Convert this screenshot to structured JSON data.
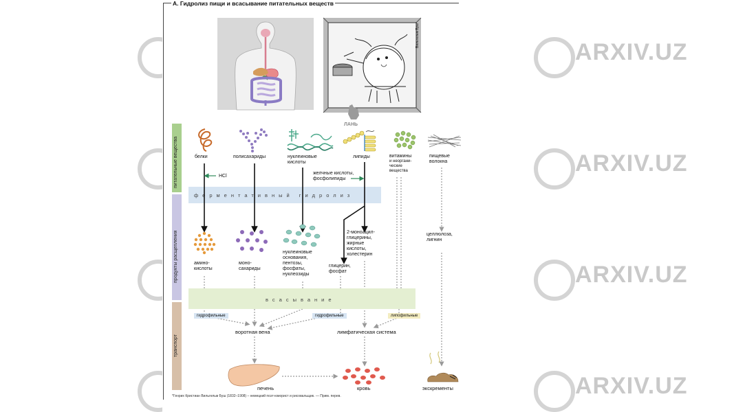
{
  "header": {
    "title": "А. Гидролиз пищи и всасывание питательных веществ"
  },
  "watermark": {
    "text": "ARXIV.UZ"
  },
  "side_labels": {
    "nutrients": "питательные вещества",
    "digestion_products": "продукты расщепления",
    "transport": "транспорт"
  },
  "nutrients": {
    "proteins": "белки",
    "polysaccharides": "полисахариды",
    "nucleic_acids": "нуклеиновые кислоты",
    "lipids": "липиды",
    "vitamins_line1": "витамины",
    "vitamins_line2": "и неоргани-",
    "vitamins_line3": "ческие",
    "vitamins_line4": "вещества",
    "fibers_line1": "пищевые",
    "fibers_line2": "волокна"
  },
  "reagents": {
    "hcl": "HCl",
    "bile_line1": "желчные кислоты,",
    "bile_line2": "фосфолипиды",
    "logo": "ЛАНЬ"
  },
  "bands": {
    "hydrolysis": "ферментативный гидролиз",
    "absorption": "всасывание"
  },
  "products": {
    "amino_line1": "амино-",
    "amino_line2": "кислоты",
    "mono_line1": "моно-",
    "mono_line2": "сахариды",
    "nucleo_line1": "нуклеиновые",
    "nucleo_line2": "основания,",
    "nucleo_line3": "пентозы,",
    "nucleo_line4": "фосфаты,",
    "nucleo_line5": "нуклеозиды",
    "lipid_line1": "2-моноацил-",
    "lipid_line2": "глицерины,",
    "lipid_line3": "жирные",
    "lipid_line4": "кислоты,",
    "lipid_line5": "холестерин",
    "glycerol_line1": "глицерин,",
    "glycerol_line2": "фосфат",
    "cellulose_line1": "целлюлоза,",
    "cellulose_line2": "лигнин"
  },
  "transport": {
    "hydrophilic_1": "гидрофильные",
    "hydrophilic_2": "гидрофильные",
    "lipophilic": "липофильные",
    "portal_vein": "воротная вена",
    "lymphatic": "лимфатическая система"
  },
  "outcomes": {
    "liver": "печень",
    "blood": "кровь",
    "feces": "экскременты"
  },
  "picture_caption": "Вильгельм Буш*",
  "footnote": "*Генрих Кристиан Вильгельм Буш (1832–1908) – немецкий поэт-юморист и рисовальщик. — Прим. перев.",
  "colors": {
    "nutrient_band": "#a9cf8e",
    "digestion_band": "#c9c6e3",
    "transport_band": "#d7bfa8",
    "hydrolysis_band": "#d6e4f2",
    "absorption_band": "#e4efd2",
    "hydrophilic_tag": "#d6e4f2",
    "lipophilic_tag": "#f3ecc0",
    "protein": "#c76a2a",
    "polysaccharide": "#8f7bc0",
    "nucleic": "#4aa88a",
    "lipid": "#d9c44a",
    "vitamin": "#7fae4a",
    "amino": "#e59a3c",
    "mono": "#8d6ab8",
    "nucleo": "#6cb0a5",
    "blood": "#e05a4e",
    "liver": "#f4c7a4",
    "hcl_arrow": "#2e8a5a"
  }
}
